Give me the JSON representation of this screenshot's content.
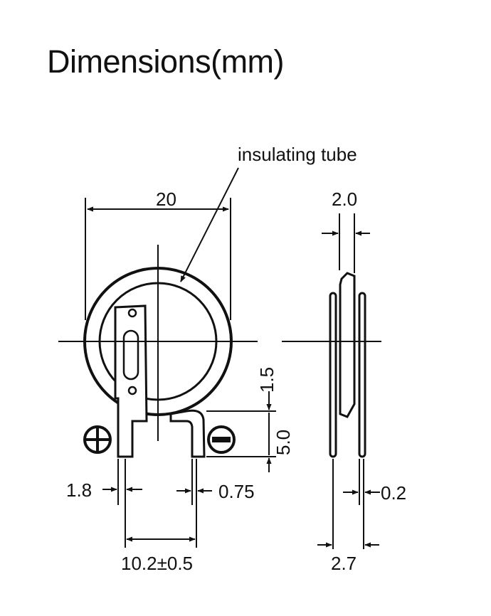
{
  "title": "Dimensions(mm)",
  "labels": {
    "insulating_tube": "insulating tube",
    "diameter": "20",
    "thickness_top": "2.0",
    "pin_offset": "1.5",
    "pin_length": "5.0",
    "pin_width": "1.8",
    "pin_thickness": "0.75",
    "plate_thickness": "0.2",
    "pin_pitch": "10.2±0.5",
    "overall_thickness": "2.7"
  },
  "symbols": {
    "positive": "plus-terminal-icon",
    "negative": "minus-terminal-icon"
  },
  "colors": {
    "ink": "#111111",
    "background": "#ffffff"
  }
}
